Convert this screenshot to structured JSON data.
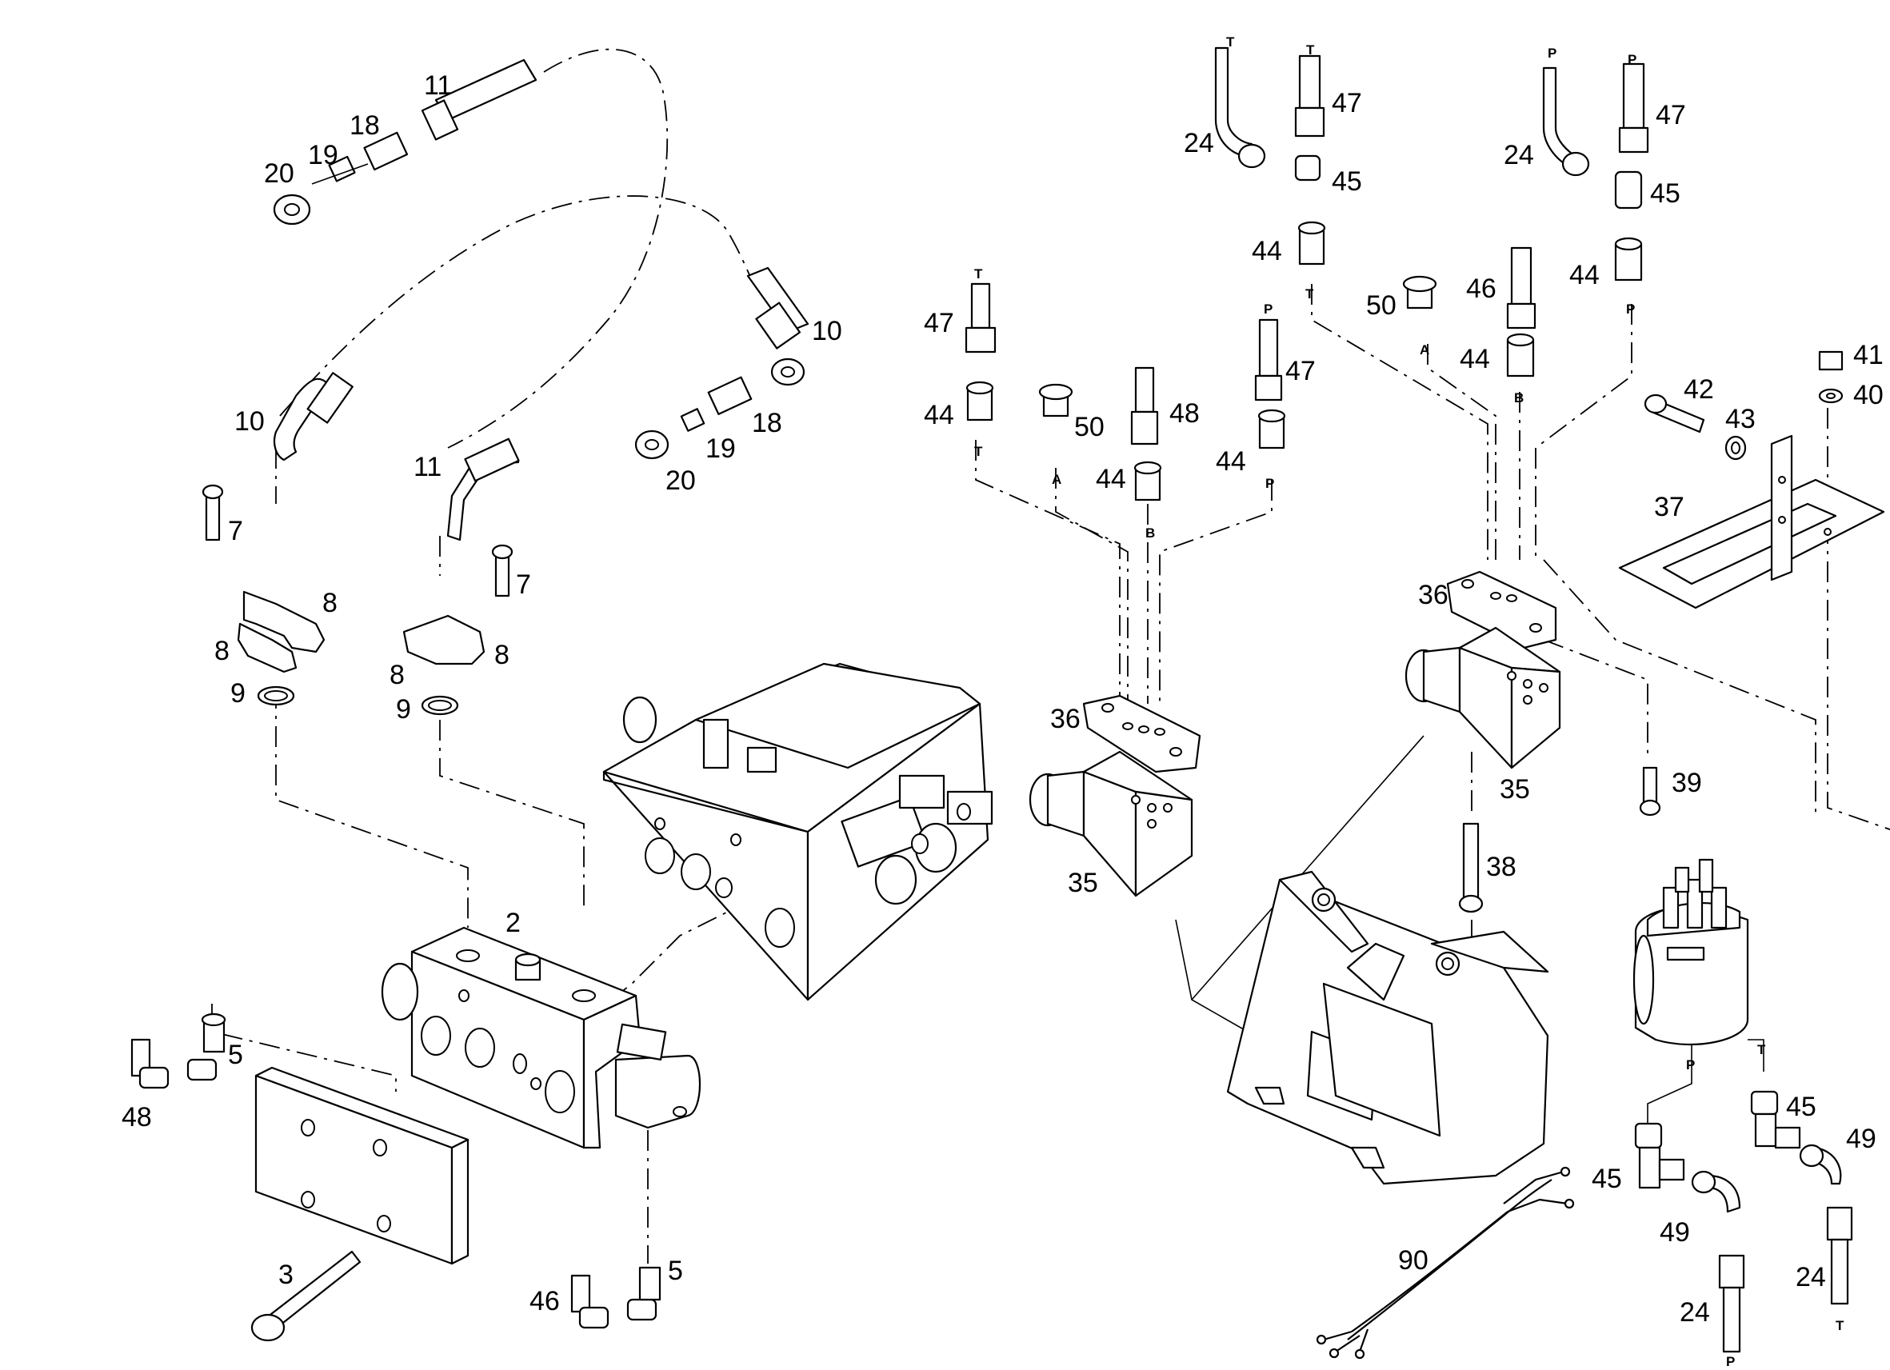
{
  "diagram": {
    "callouts": [
      {
        "id": "c20a",
        "text": "20"
      },
      {
        "id": "c19a",
        "text": "19"
      },
      {
        "id": "c18a",
        "text": "18"
      },
      {
        "id": "c11a",
        "text": "11"
      },
      {
        "id": "c10a",
        "text": "10"
      },
      {
        "id": "c10b",
        "text": "10"
      },
      {
        "id": "c18b",
        "text": "18"
      },
      {
        "id": "c19b",
        "text": "19"
      },
      {
        "id": "c20b",
        "text": "20"
      },
      {
        "id": "c11b",
        "text": "11"
      },
      {
        "id": "c7a",
        "text": "7"
      },
      {
        "id": "c7b",
        "text": "7"
      },
      {
        "id": "c8a",
        "text": "8"
      },
      {
        "id": "c8b",
        "text": "8"
      },
      {
        "id": "c8c",
        "text": "8"
      },
      {
        "id": "c8d",
        "text": "8"
      },
      {
        "id": "c9a",
        "text": "9"
      },
      {
        "id": "c9b",
        "text": "9"
      },
      {
        "id": "c2",
        "text": "2"
      },
      {
        "id": "c5a",
        "text": "5"
      },
      {
        "id": "c5b",
        "text": "5"
      },
      {
        "id": "c48",
        "text": "48"
      },
      {
        "id": "c46a",
        "text": "46"
      },
      {
        "id": "c3",
        "text": "3"
      },
      {
        "id": "c47a",
        "text": "47"
      },
      {
        "id": "c44a",
        "text": "44"
      },
      {
        "id": "c50a",
        "text": "50"
      },
      {
        "id": "c48b",
        "text": "48"
      },
      {
        "id": "c44b",
        "text": "44"
      },
      {
        "id": "c47b",
        "text": "47"
      },
      {
        "id": "c44c",
        "text": "44"
      },
      {
        "id": "c36a",
        "text": "36"
      },
      {
        "id": "c35a",
        "text": "35"
      },
      {
        "id": "c24a",
        "text": "24"
      },
      {
        "id": "c47c",
        "text": "47"
      },
      {
        "id": "c45a",
        "text": "45"
      },
      {
        "id": "c44d",
        "text": "44"
      },
      {
        "id": "c50b",
        "text": "50"
      },
      {
        "id": "c46b",
        "text": "46"
      },
      {
        "id": "c44e",
        "text": "44"
      },
      {
        "id": "c24b",
        "text": "24"
      },
      {
        "id": "c47d",
        "text": "47"
      },
      {
        "id": "c45b",
        "text": "45"
      },
      {
        "id": "c44f",
        "text": "44"
      },
      {
        "id": "c41",
        "text": "41"
      },
      {
        "id": "c40",
        "text": "40"
      },
      {
        "id": "c42",
        "text": "42"
      },
      {
        "id": "c43",
        "text": "43"
      },
      {
        "id": "c37",
        "text": "37"
      },
      {
        "id": "c36b",
        "text": "36"
      },
      {
        "id": "c35b",
        "text": "35"
      },
      {
        "id": "c39",
        "text": "39"
      },
      {
        "id": "c38",
        "text": "38"
      },
      {
        "id": "c45c",
        "text": "45"
      },
      {
        "id": "c49a",
        "text": "49"
      },
      {
        "id": "c45d",
        "text": "45"
      },
      {
        "id": "c49b",
        "text": "49"
      },
      {
        "id": "c24c",
        "text": "24"
      },
      {
        "id": "c24d",
        "text": "24"
      },
      {
        "id": "c90",
        "text": "90"
      }
    ],
    "port_labels": [
      {
        "id": "pT1",
        "text": "T"
      },
      {
        "id": "pT2",
        "text": "T"
      },
      {
        "id": "pA1",
        "text": "A"
      },
      {
        "id": "pB1",
        "text": "B"
      },
      {
        "id": "pP1",
        "text": "P"
      },
      {
        "id": "pP2",
        "text": "P"
      },
      {
        "id": "pT3",
        "text": "T"
      },
      {
        "id": "pT4",
        "text": "T"
      },
      {
        "id": "pT5",
        "text": "T"
      },
      {
        "id": "pA2",
        "text": "A"
      },
      {
        "id": "pB2",
        "text": "B"
      },
      {
        "id": "pP3",
        "text": "P"
      },
      {
        "id": "pP4",
        "text": "P"
      },
      {
        "id": "pP5",
        "text": "P"
      },
      {
        "id": "pP6",
        "text": "P"
      },
      {
        "id": "pT6",
        "text": "T"
      },
      {
        "id": "pT7",
        "text": "T"
      },
      {
        "id": "pP7",
        "text": "P"
      }
    ]
  },
  "colors": {
    "ink": "#000000",
    "paper": "#ffffff"
  }
}
